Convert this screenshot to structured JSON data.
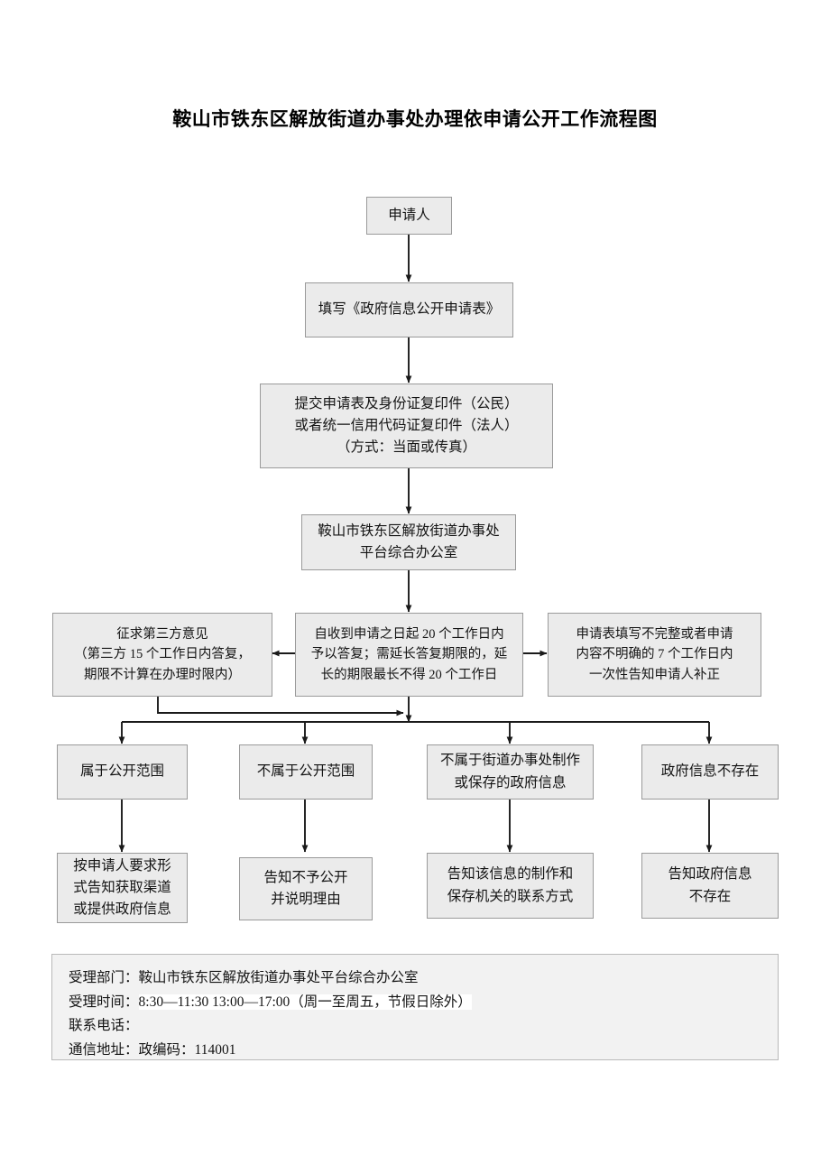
{
  "document": {
    "title": "鞍山市铁东区解放街道办事处办理依申请公开工作流程图"
  },
  "flow": {
    "nodes": [
      {
        "id": "applicant",
        "label": "申请人"
      },
      {
        "id": "fill-form",
        "label": "填写《政府信息公开申请表》"
      },
      {
        "id": "submit-materials",
        "label": "提交申请表及身份证复印件（公民）\n或者统一信用代码证复印件（法人）\n（方式：当面或传真）"
      },
      {
        "id": "office",
        "label": "鞍山市铁东区解放街道办事处\n平台综合办公室"
      },
      {
        "id": "third-party",
        "label": "征求第三方意见\n（第三方 15 个工作日内答复，\n期限不计算在办理时限内）"
      },
      {
        "id": "reply-deadline",
        "label": "自收到申请之日起 20 个工作日内\n予以答复；需延长答复期限的，延\n长的期限最长不得 20 个工作日"
      },
      {
        "id": "incomplete-form",
        "label": "申请表填写不完整或者申请\n内容不明确的 7 个工作日内\n一次性告知申请人补正"
      },
      {
        "id": "within-scope",
        "label": "属于公开范围"
      },
      {
        "id": "outside-scope",
        "label": "不属于公开范围"
      },
      {
        "id": "not-ours",
        "label": "不属于街道办事处制作\n或保存的政府信息"
      },
      {
        "id": "not-exist",
        "label": "政府信息不存在"
      },
      {
        "id": "provide-info",
        "label": "按申请人要求形\n式告知获取渠道\n或提供政府信息"
      },
      {
        "id": "refuse-notice",
        "label": "告知不予公开\n并说明理由"
      },
      {
        "id": "tell-contact",
        "label": "告知该信息的制作和\n保存机关的联系方式"
      },
      {
        "id": "tell-not-exist",
        "label": "告知政府信息\n不存在"
      }
    ]
  },
  "footer": {
    "lines": [
      {
        "label": "受理部门：",
        "value": "鞍山市铁东区解放街道办事处平台综合办公室",
        "highlight": false
      },
      {
        "label": "受理时间：",
        "value": "8:30—11:30  13:00—17:00（周一至周五，节假日除外）",
        "highlight": true
      },
      {
        "label": "联系电话：",
        "value": "",
        "highlight": false
      },
      {
        "label": "通信地址：",
        "value": "政编码：114001",
        "highlight": false
      }
    ]
  },
  "colors": {
    "node_fill": "#ebebeb",
    "node_border": "#9a9a9a",
    "connector": "#1a1a1a",
    "panel_fill": "#f2f2f2",
    "panel_border": "#b9b9b9",
    "text": "#141414"
  }
}
